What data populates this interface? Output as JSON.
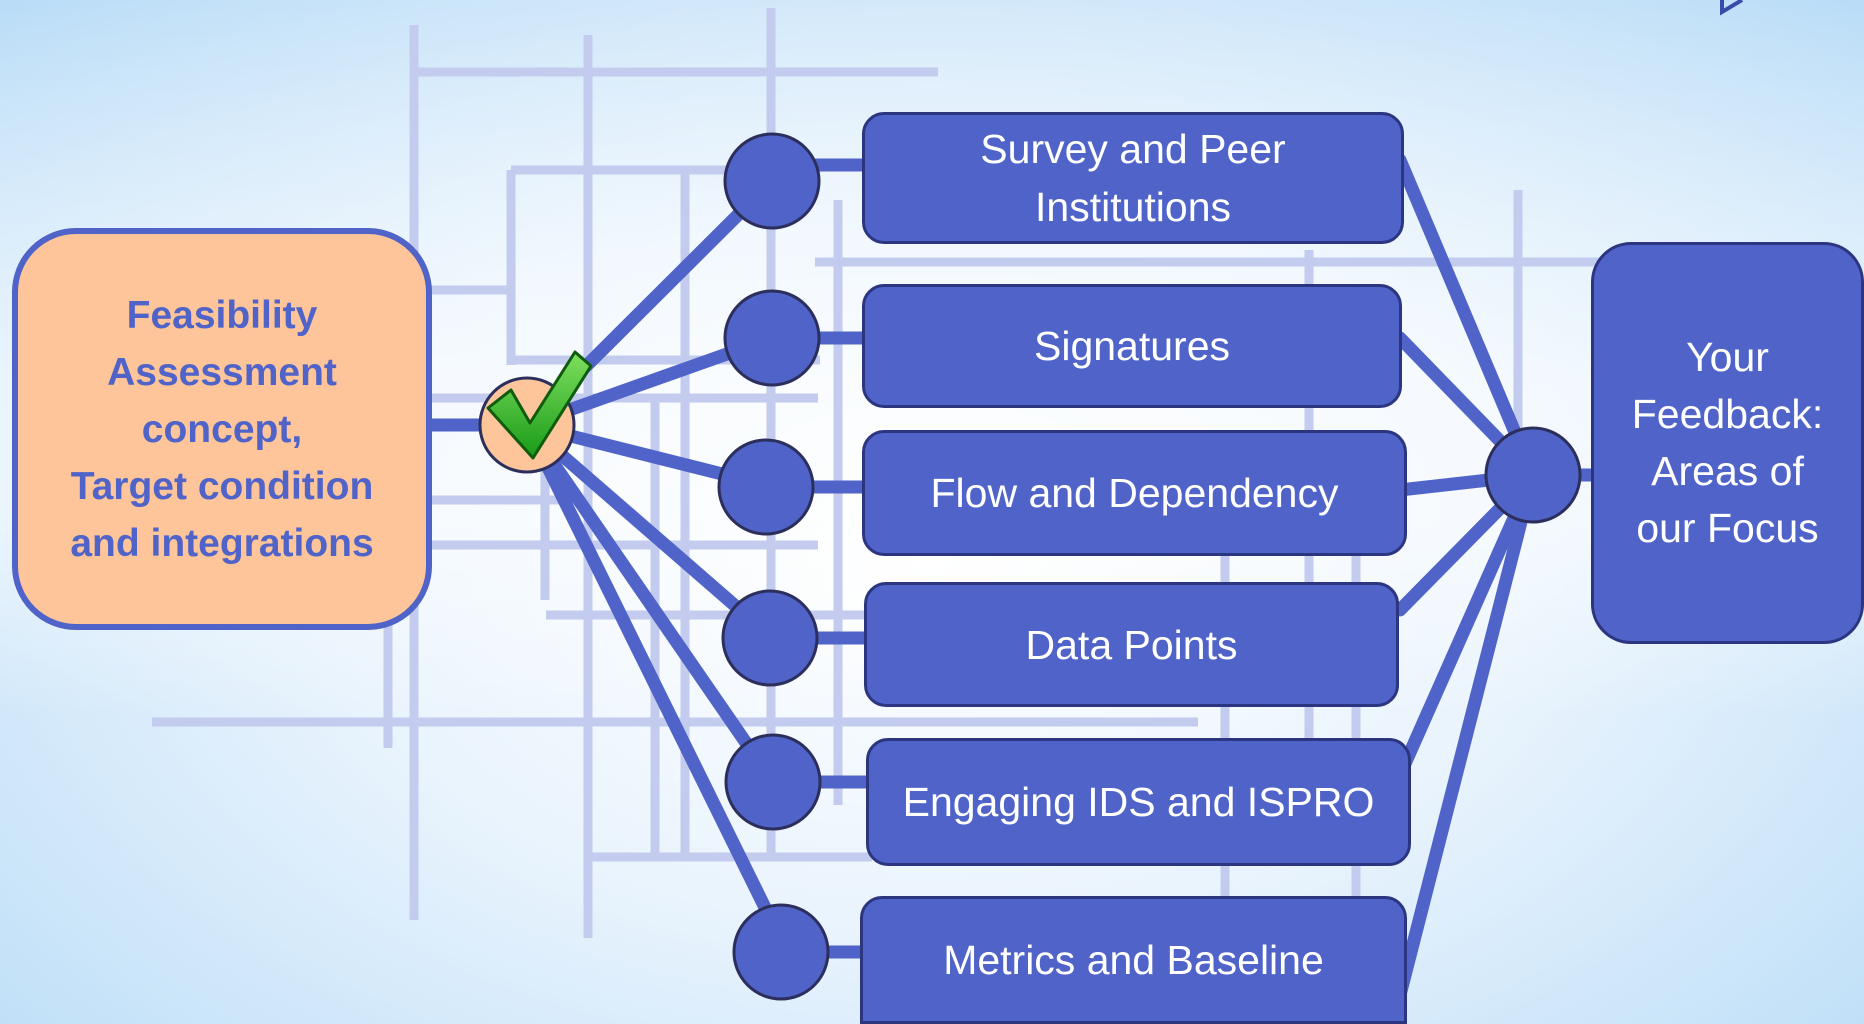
{
  "concept": {
    "label": "Feasibility\nAssessment\nconcept,\nTarget condition\nand integrations"
  },
  "steps": [
    {
      "label": "Survey and Peer\nInstitutions"
    },
    {
      "label": "Signatures"
    },
    {
      "label": "Flow and Dependency"
    },
    {
      "label": "Data Points"
    },
    {
      "label": "Engaging IDS and ISPRO"
    },
    {
      "label": "Metrics and Baseline"
    }
  ],
  "feedback": {
    "label": "Your\nFeedback:\nAreas of\nour Focus"
  },
  "icons": {
    "check": "checkmark-icon"
  },
  "colors": {
    "node_fill": "#4f63c8",
    "node_border": "#2c3580",
    "concept_fill": "#fdc599",
    "check_green": "#22aa22",
    "grid_lines": "#c3cbee"
  }
}
